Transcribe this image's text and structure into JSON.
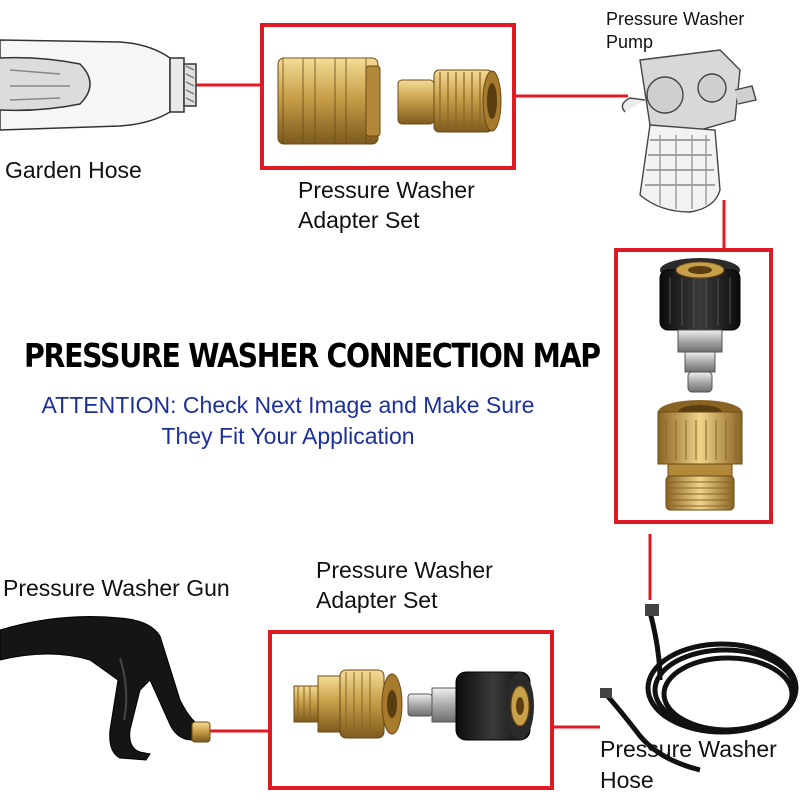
{
  "labels": {
    "garden_hose": "Garden Hose",
    "pump": [
      "Pressure Washer",
      "Pump"
    ],
    "adapter_top": [
      "Pressure Washer",
      "Adapter Set"
    ],
    "adapter_bottom": [
      "Pressure Washer",
      "Adapter Set"
    ],
    "gun": "Pressure Washer Gun",
    "hose": [
      "Pressure Washer",
      "Hose"
    ]
  },
  "title": "PRESSURE WASHER CONNECTION MAP",
  "attention": [
    "ATTENTION: Check Next Image and Make Sure",
    "They Fit Your Application"
  ],
  "colors": {
    "frame": "#e01a22",
    "brass": "#c9a04a",
    "black_part": "#1c1c1c",
    "attention_text": "#1d2f9c"
  }
}
